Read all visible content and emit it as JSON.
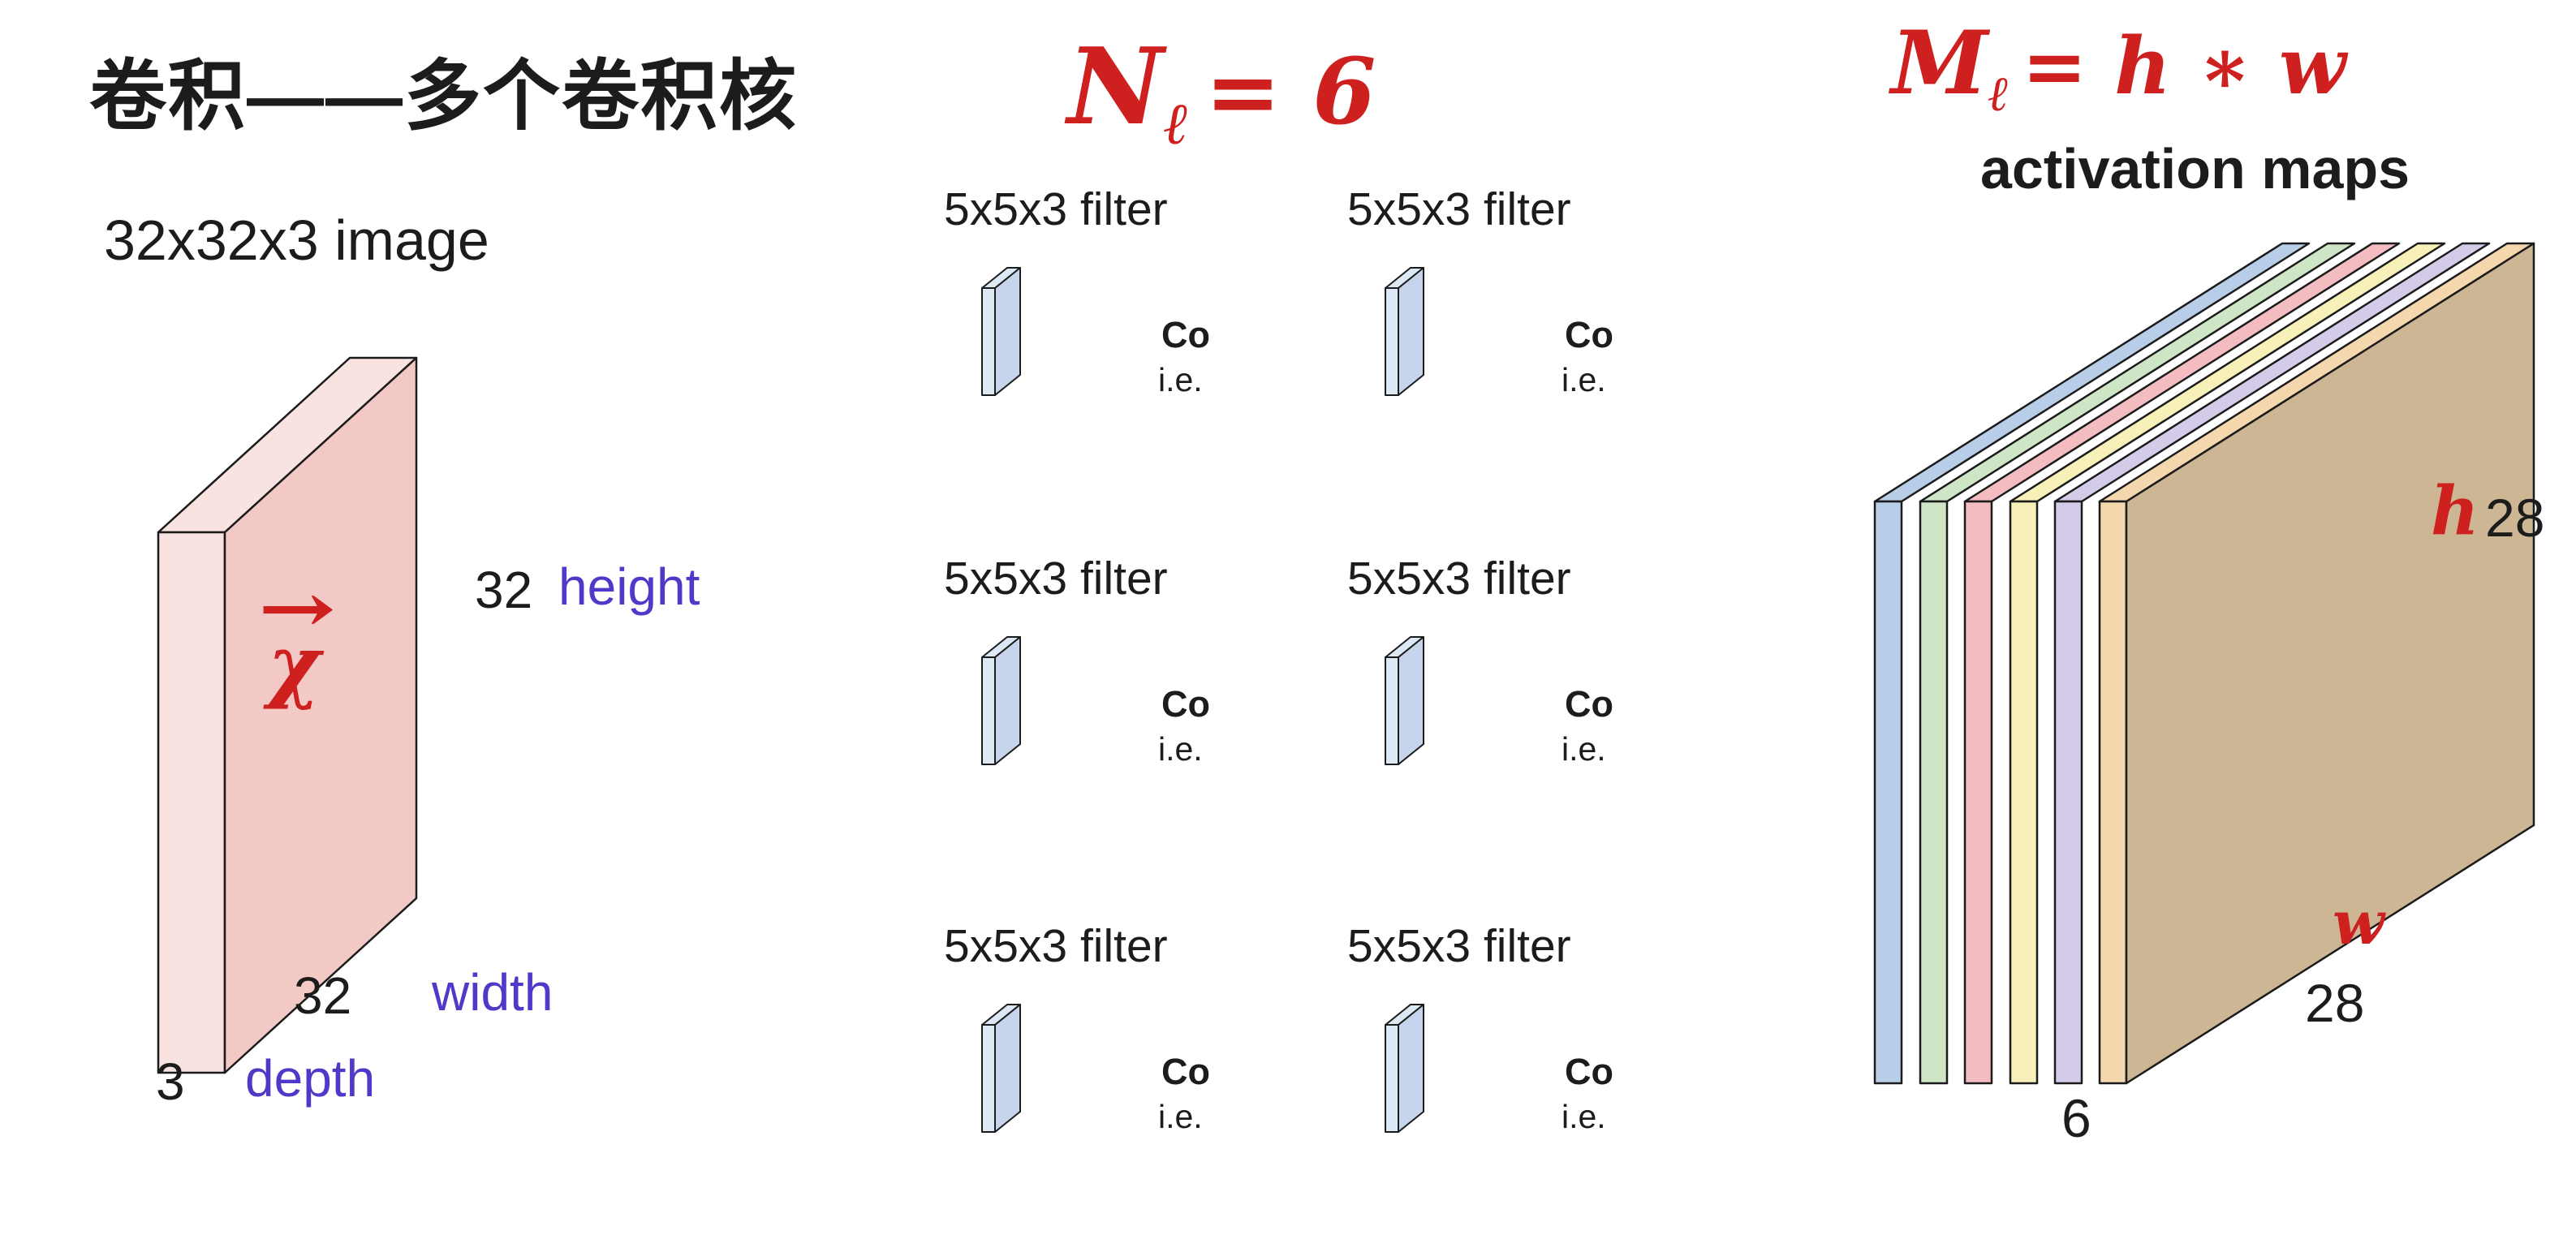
{
  "palette": {
    "handwriting_red": "#cf2020",
    "label_purple": "#5238c8",
    "text_black": "#1c1c1c",
    "image_face_pink": "#f2c9c5",
    "image_side_pink": "#f8e3e1",
    "filter_face_blue": "#c6d5ec",
    "filter_side_blue": "#dde8f5",
    "activation_face_tan": "#cdb693",
    "sheet_colors": [
      "#b8cde8",
      "#cfe6c6",
      "#f3bcc0",
      "#f7f0b8",
      "#d4cbe8",
      "#f5d7ae"
    ]
  },
  "title": "卷积——多个卷积核",
  "input_image": {
    "label": "32x32x3 image",
    "height_value": "32",
    "height_label": "height",
    "width_value": "32",
    "width_label": "width",
    "depth_value": "3",
    "depth_label": "depth",
    "hand_arrow": "→",
    "hand_x": "χ"
  },
  "hand_n": {
    "base": "N",
    "sub": "ℓ",
    "rest": "= 6"
  },
  "hand_m": {
    "base": "M",
    "sub": "ℓ",
    "rest": "= h ∗ w"
  },
  "filters": {
    "items": [
      {
        "label": "5x5x3 filter",
        "co": "Co",
        "ie": "i.e."
      },
      {
        "label": "5x5x3 filter",
        "co": "Co",
        "ie": "i.e."
      },
      {
        "label": "5x5x3 filter",
        "co": "Co",
        "ie": "i.e."
      },
      {
        "label": "5x5x3 filter",
        "co": "Co",
        "ie": "i.e."
      },
      {
        "label": "5x5x3 filter",
        "co": "Co",
        "ie": "i.e."
      },
      {
        "label": "5x5x3 filter",
        "co": "Co",
        "ie": "i.e."
      }
    ]
  },
  "activation": {
    "title": "activation maps",
    "hand_h": "h",
    "height_value": "28",
    "hand_w": "w",
    "width_value": "28",
    "depth_value": "6"
  }
}
